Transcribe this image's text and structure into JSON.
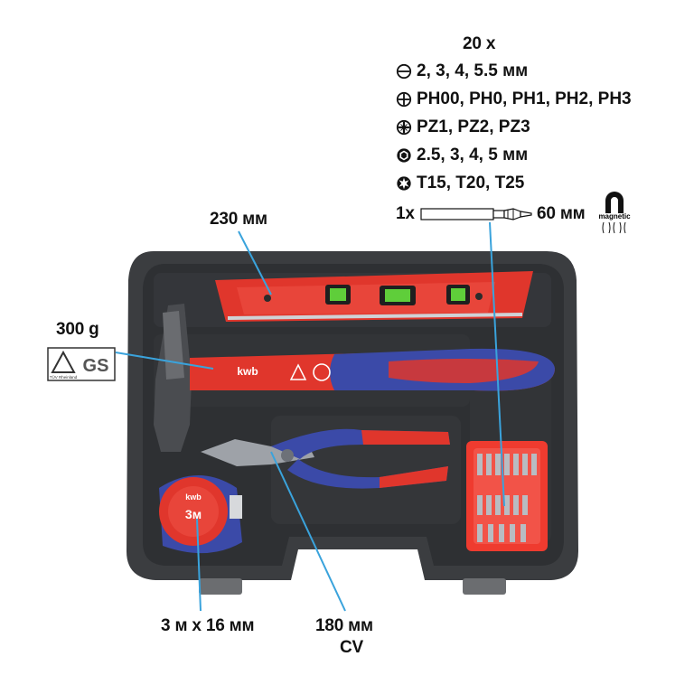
{
  "bits": {
    "count": "20 x",
    "rows": [
      {
        "icon": "slotted-icon",
        "text": "2, 3, 4, 5.5 мм"
      },
      {
        "icon": "phillips-icon",
        "text": "PH00, PH0, PH1, PH2, PH3"
      },
      {
        "icon": "pozidriv-icon",
        "text": "PZ1, PZ2, PZ3"
      },
      {
        "icon": "hex-icon",
        "text": "2.5, 3, 4, 5 мм"
      },
      {
        "icon": "torx-icon",
        "text": "T15, T20, T25"
      }
    ],
    "holder_count": "1x",
    "holder_length": "60 мм",
    "magnetic": "magnetic"
  },
  "level": {
    "length": "230 мм"
  },
  "hammer": {
    "weight": "300 g",
    "brand": "kwb",
    "tested_label": "TÜV Rheinland"
  },
  "pliers": {
    "length": "180 мм",
    "material": "CV"
  },
  "tape": {
    "size": "3 м х 16 мм",
    "brand": "kwb",
    "length_mark": "3м"
  },
  "marks": {
    "gs": "GS"
  },
  "colors": {
    "case": "#3a3c3f",
    "case_inner": "#2c2e30",
    "red": "#e0362c",
    "blue": "#3b4aa8",
    "white": "#ffffff"
  }
}
